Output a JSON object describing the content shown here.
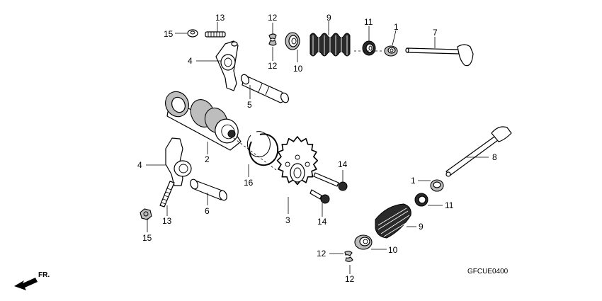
{
  "diagram_code": "GFCUE0400",
  "front_marker": "FR.",
  "callouts": {
    "c15a": "15",
    "c13a": "13",
    "c12a": "12",
    "c12b": "12",
    "c9a": "9",
    "c11a": "11",
    "c1a": "1",
    "c7": "7",
    "c4a": "4",
    "c10a": "10",
    "c5": "5",
    "c2": "2",
    "c4b": "4",
    "c16": "16",
    "c14a": "14",
    "c8": "8",
    "c6": "6",
    "c13b": "13",
    "c3": "3",
    "c14b": "14",
    "c1b": "1",
    "c11b": "11",
    "c9b": "9",
    "c15b": "15",
    "c12c": "12",
    "c10b": "10",
    "c12d": "12"
  }
}
